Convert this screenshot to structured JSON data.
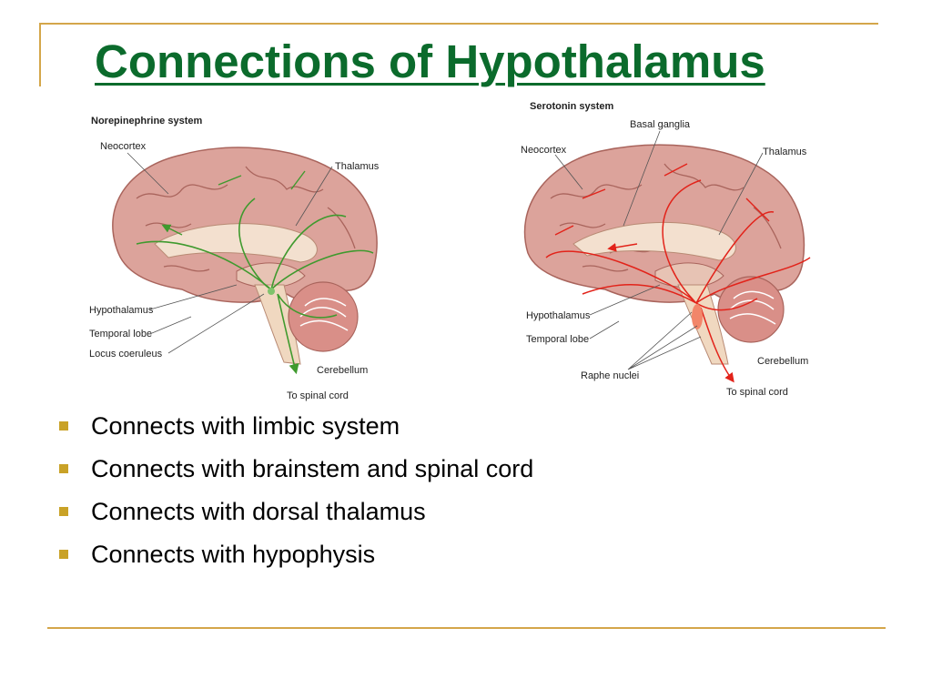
{
  "slide": {
    "title": "Connections of Hypothalamus"
  },
  "figure": {
    "left_panel": {
      "heading": "Norepinephrine system",
      "labels": {
        "neocortex": "Neocortex",
        "thalamus": "Thalamus",
        "hypothalamus": "Hypothalamus",
        "temporal_lobe": "Temporal lobe",
        "locus_coeruleus": "Locus coeruleus",
        "cerebellum": "Cerebellum",
        "spinal_cord": "To spinal cord"
      },
      "pathway_color": "#3f9a2e"
    },
    "right_panel": {
      "heading": "Serotonin system",
      "labels": {
        "basal_ganglia": "Basal ganglia",
        "neocortex": "Neocortex",
        "thalamus": "Thalamus",
        "hypothalamus": "Hypothalamus",
        "temporal_lobe": "Temporal lobe",
        "raphe_nuclei": "Raphe nuclei",
        "cerebellum": "Cerebellum",
        "spinal_cord": "To spinal cord"
      },
      "pathway_color": "#e2231a"
    },
    "brain_color": "#d89a92"
  },
  "bullets": [
    "Connects with limbic system",
    "Connects with brainstem and spinal cord",
    "Connects with dorsal thalamus",
    "Connects with hypophysis"
  ],
  "theme": {
    "title_color": "#0b6b2c",
    "accent_color": "#d4a64a",
    "bullet_color": "#c9a227"
  }
}
